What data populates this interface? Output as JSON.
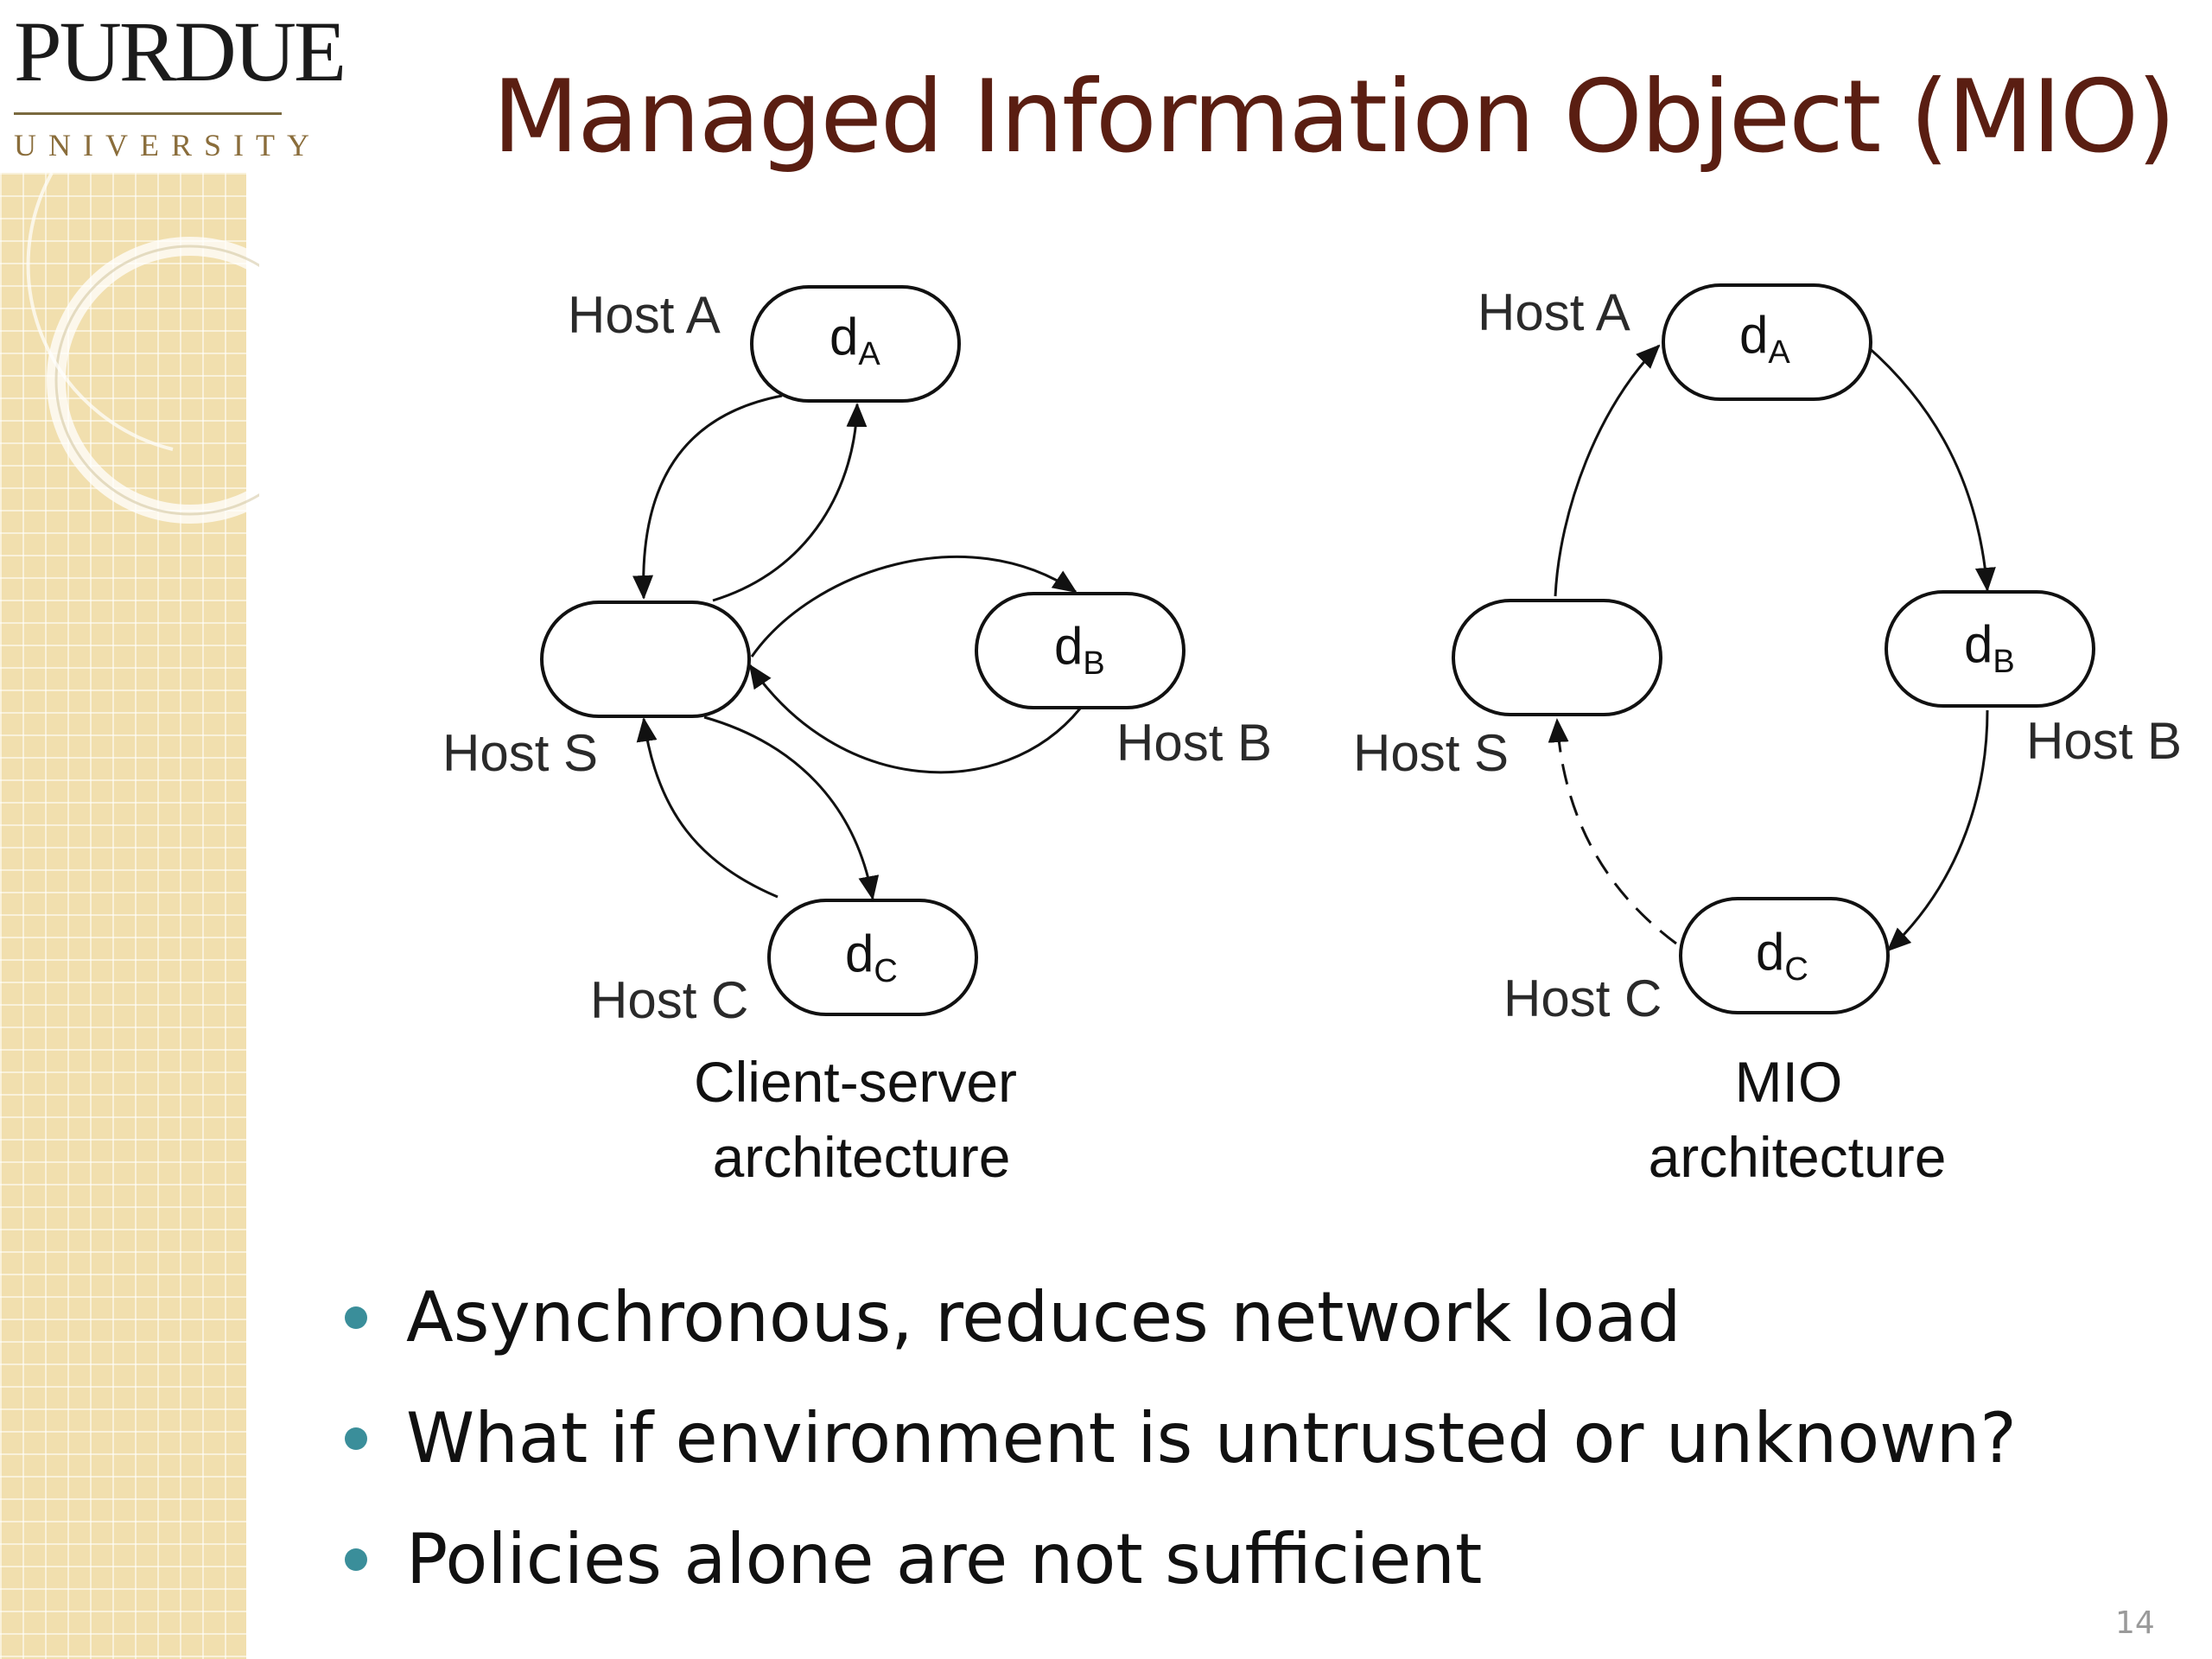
{
  "slide": {
    "title": "Managed Information Object (MIO)",
    "logo": {
      "main": "PURDUE",
      "sub": "UNIVERSITY"
    },
    "page_number": "14"
  },
  "diagrams": [
    {
      "caption": [
        "Client-server",
        "architecture"
      ],
      "nodes": [
        {
          "host_label": "Host A",
          "value": "d",
          "subscript": "A"
        },
        {
          "host_label": "Host S",
          "value": "",
          "subscript": ""
        },
        {
          "host_label": "Host B",
          "value": "d",
          "subscript": "B"
        },
        {
          "host_label": "Host C",
          "value": "d",
          "subscript": "C"
        }
      ]
    },
    {
      "caption": [
        "MIO",
        "architecture"
      ],
      "nodes": [
        {
          "host_label": "Host A",
          "value": "d",
          "subscript": "A"
        },
        {
          "host_label": "Host S",
          "value": "",
          "subscript": ""
        },
        {
          "host_label": "Host B",
          "value": "d",
          "subscript": "B"
        },
        {
          "host_label": "Host C",
          "value": "d",
          "subscript": "C"
        }
      ]
    }
  ],
  "bullets": [
    "Asynchronous, reduces network load",
    "What if environment is untrusted or unknown?",
    "Policies alone are not sufficient"
  ],
  "colors": {
    "title": "#5a1e12",
    "bullet_dot": "#3a8e9a",
    "side_strip": "#f1dfae"
  }
}
